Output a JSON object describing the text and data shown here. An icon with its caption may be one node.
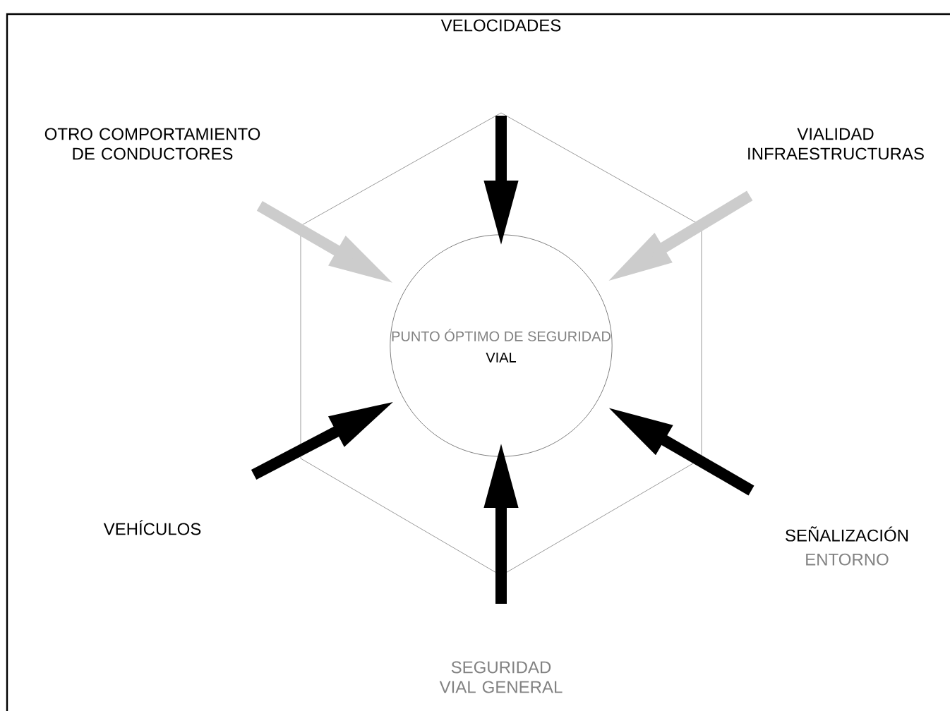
{
  "diagram": {
    "nodes": [
      {
        "text": [
          "PUNTO ÓPTIMO DE SEGURIDAD",
          "VIAL"
        ]
      },
      {
        "text": [
          "VELOCIDADES"
        ]
      },
      {
        "text": [
          "OTRO COMPORTAMIENTO DE CONDUCTORES"
        ]
      },
      {
        "text": [
          "VIALIDAD INFRAESTRUCTURAS"
        ]
      },
      {
        "text": [
          "VEHÍCULOS"
        ]
      },
      {
        "text": [
          "SEÑALIZACIÓN",
          "ENTORNO"
        ]
      },
      {
        "text": [
          "SEGURIDAD VIAL GENERAL"
        ]
      }
    ],
    "edges": [
      {
        "from": 1,
        "to": 0,
        "arrow": "to"
      },
      {
        "from": 2,
        "to": 0,
        "arrow": "to",
        "color": "#cccccc"
      },
      {
        "from": 3,
        "to": 0,
        "arrow": "to",
        "color": "#cccccc"
      },
      {
        "from": 4,
        "to": 0,
        "arrow": "to"
      },
      {
        "from": 5,
        "to": 0,
        "arrow": "to"
      },
      {
        "from": 6,
        "to": 0,
        "arrow": "to"
      }
    ]
  }
}
